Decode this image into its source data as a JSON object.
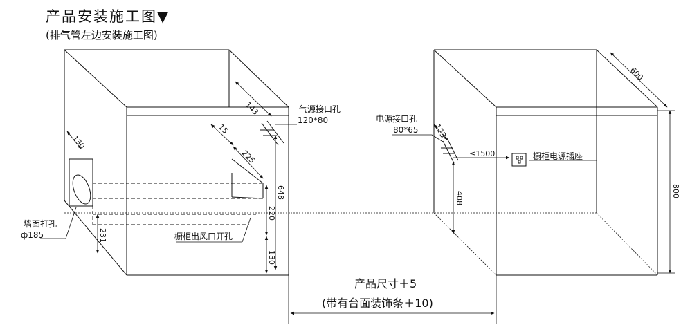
{
  "header": {
    "title": "产品安装施工图▼",
    "subtitle": "(排气管左边安装施工图)"
  },
  "left_unit": {
    "gas_label": "气源接口孔",
    "gas_size": "120*80",
    "wall_hole_label": "墙面打孔",
    "wall_hole_size": "ф185",
    "outlet_label": "橱柜出风口开孔",
    "dims": {
      "d143": "143",
      "d130_top": "130",
      "d15": "15",
      "d225": "225",
      "d648": "648",
      "d220": "220",
      "d130_bottom": "130",
      "d231": "231"
    }
  },
  "right_unit": {
    "power_label": "电源接口孔",
    "power_size": "80*65",
    "socket_label": "橱柜电源插座",
    "dims": {
      "d600": "600",
      "d123": "123",
      "d1500": "≤1500",
      "d408": "408",
      "d800": "800"
    }
  },
  "bottom": {
    "line1": "产品尺寸＋5",
    "line2": "(带有台面装饰条＋10)"
  }
}
